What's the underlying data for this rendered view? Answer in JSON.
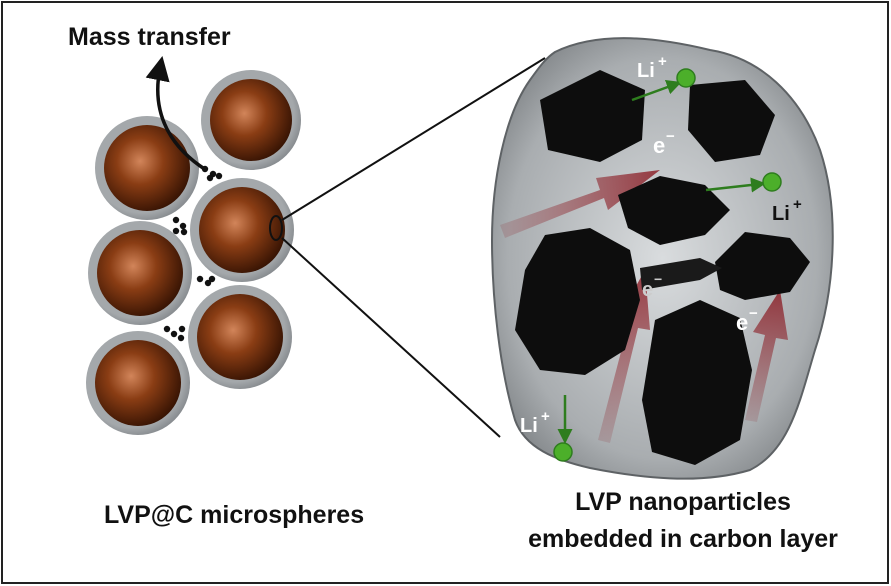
{
  "labels": {
    "mass_transfer": "Mass transfer",
    "left_caption": "LVP@C microspheres",
    "right_caption_line1": "LVP nanoparticles",
    "right_caption_line2": "embedded in carbon layer",
    "li_ion": "Li",
    "li_charge": "+",
    "electron": "e",
    "electron_charge": "−"
  },
  "colors": {
    "frame": "#222222",
    "shell": "#8f9396",
    "core_light": "#d2855a",
    "core_mid": "#8a3d14",
    "core_dark": "#3a1504",
    "carbon_bg": "#c8cbce",
    "nanoparticle": "#0d0d0d",
    "li_green": "#4caf2a",
    "arrow_red": "#8c2028"
  }
}
